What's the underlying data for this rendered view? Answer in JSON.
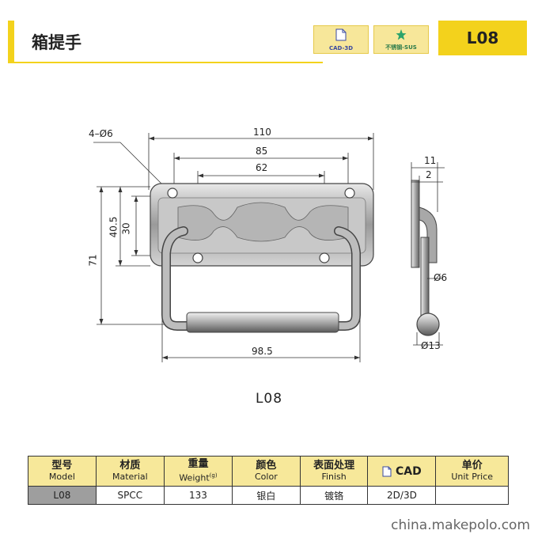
{
  "header": {
    "title": "箱提手",
    "badges": [
      {
        "label": "CAD-3D",
        "icon": "document-icon"
      },
      {
        "label": "不锈钢-SUS",
        "icon": "star-icon"
      }
    ],
    "model": "L08"
  },
  "drawing": {
    "dims": {
      "holes": "4–Ø6",
      "width_110": "110",
      "width_85": "85",
      "width_62": "62",
      "height_40_5": "40.5",
      "height_30": "30",
      "height_71": "71",
      "width_98_5": "98.5",
      "side_11": "11",
      "side_2": "2",
      "dia_6": "Ø6",
      "dia_13": "Ø13"
    },
    "model_label": "L08"
  },
  "table": {
    "headers": [
      {
        "zh": "型号",
        "en": "Model"
      },
      {
        "zh": "材质",
        "en": "Material"
      },
      {
        "zh": "重量",
        "en": "Weight",
        "unit": "(g)"
      },
      {
        "zh": "颜色",
        "en": "Color"
      },
      {
        "zh": "表面处理",
        "en": "Finish"
      },
      {
        "zh": "CAD",
        "en": ""
      },
      {
        "zh": "单价",
        "en": "Unit Price"
      }
    ],
    "row": {
      "model": "L08",
      "material": "SPCC",
      "weight": "133",
      "color": "银白",
      "finish": "镀铬",
      "cad": "2D/3D",
      "price": ""
    }
  },
  "watermark": "china.makepolo.com"
}
